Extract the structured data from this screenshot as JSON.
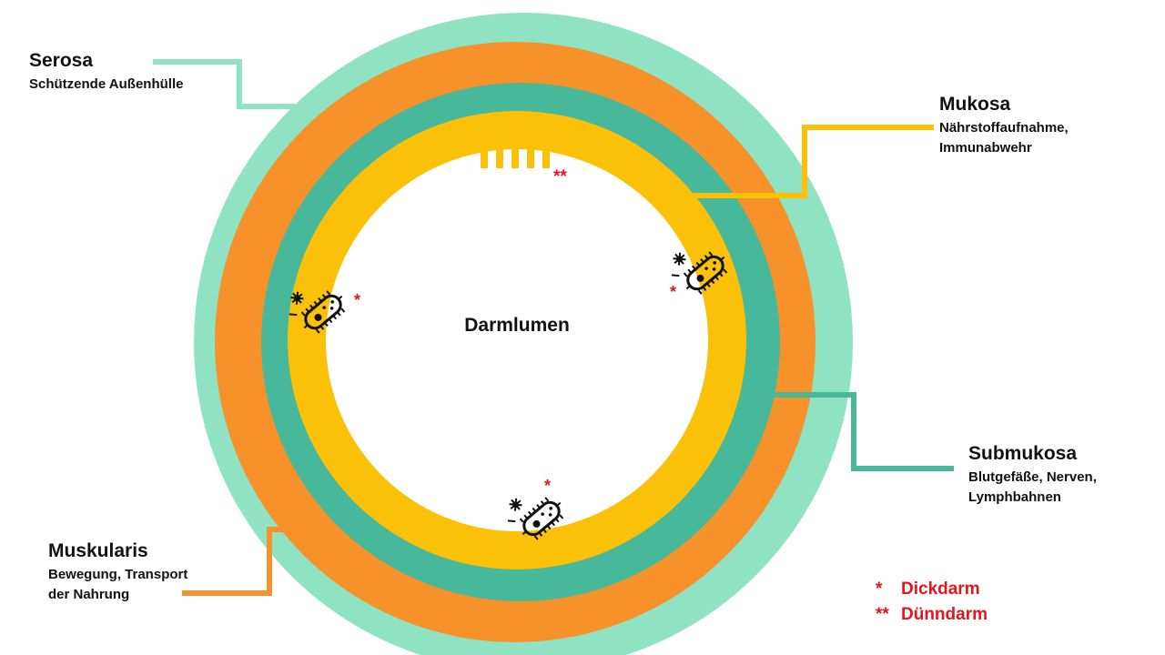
{
  "center": {
    "label": "Darmlumen"
  },
  "layers": {
    "serosa": {
      "title": "Serosa",
      "desc": [
        "Schützende Außenhülle"
      ]
    },
    "mukosa": {
      "title": "Mukosa",
      "desc": [
        "Nährstoffaufnahme,",
        "Immunabwehr"
      ]
    },
    "submukosa": {
      "title": "Submukosa",
      "desc": [
        "Blutgefäße, Nerven,",
        "Lymphbahnen"
      ]
    },
    "muskularis": {
      "title": "Muskularis",
      "desc": [
        "Bewegung, Transport",
        "der Nahrung"
      ]
    }
  },
  "villi": {
    "label": "Zotten",
    "marker": "**"
  },
  "bacteria_marker": "*",
  "legend": [
    {
      "mark": "*",
      "text": "Dickdarm"
    },
    {
      "mark": "**",
      "text": "Dünndarm"
    }
  ],
  "colors": {
    "serosa": "#8fe3c2",
    "muskularis": "#f7922a",
    "submukosa": "#48b89a",
    "mukosa": "#fbc108",
    "lumen": "#ffffff",
    "connector_serosa": "#8fe3c2",
    "connector_mukosa": "#fbc108",
    "connector_submukosa": "#48b89a",
    "connector_muskularis": "#f7922a",
    "marker_red": "#e3141b"
  }
}
